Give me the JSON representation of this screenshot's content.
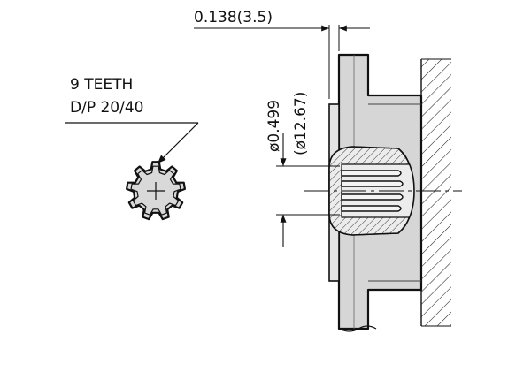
{
  "drawing": {
    "spline_callout": {
      "teeth": "9 TEETH",
      "pitch": "D/P 20/40"
    },
    "face_offset_dim": "0.138(3.5)",
    "diameter_inch": "ø0.499",
    "diameter_mm": "(ø12.67)",
    "spline_teeth_count": 9
  }
}
